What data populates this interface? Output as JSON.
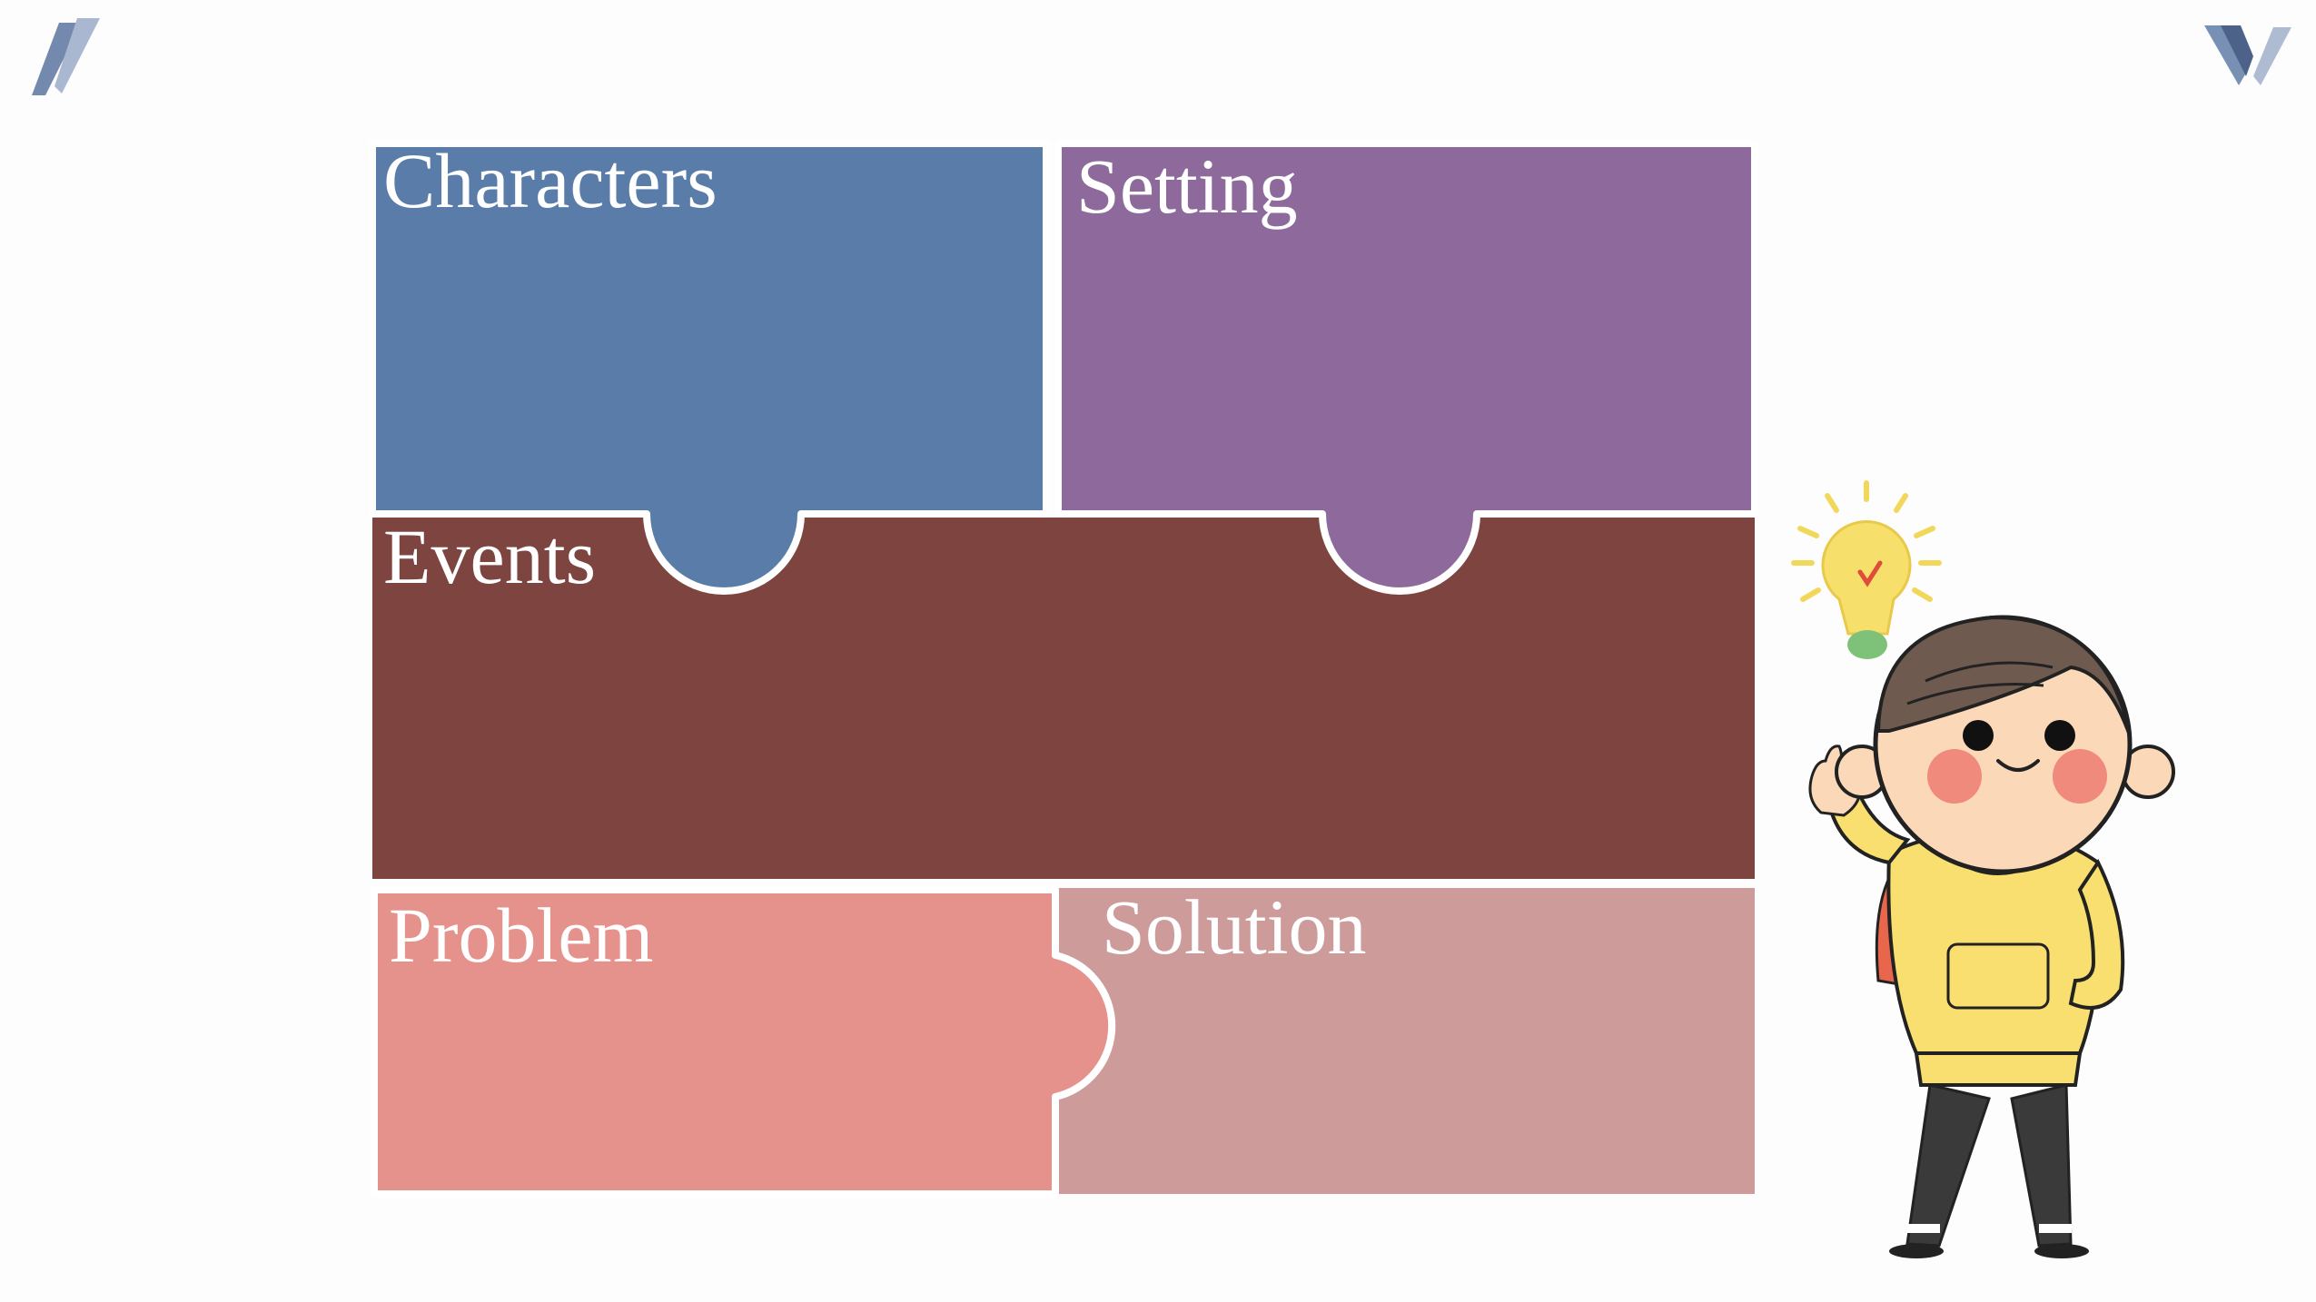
{
  "puzzle": {
    "characters": {
      "label": "Characters",
      "color": "#5a7ca8"
    },
    "setting": {
      "label": "Setting",
      "color": "#8d6a9b"
    },
    "events": {
      "label": "Events",
      "color": "#7e4440"
    },
    "problem": {
      "label": "Problem",
      "color": "#e5928d"
    },
    "solution": {
      "label": "Solution",
      "color": "#ce9b9b"
    }
  },
  "icons": {
    "top_left": "slash-logo-icon",
    "top_right": "v-logo-icon",
    "illustration": "thumbs-up-kid-with-lightbulb-icon"
  }
}
